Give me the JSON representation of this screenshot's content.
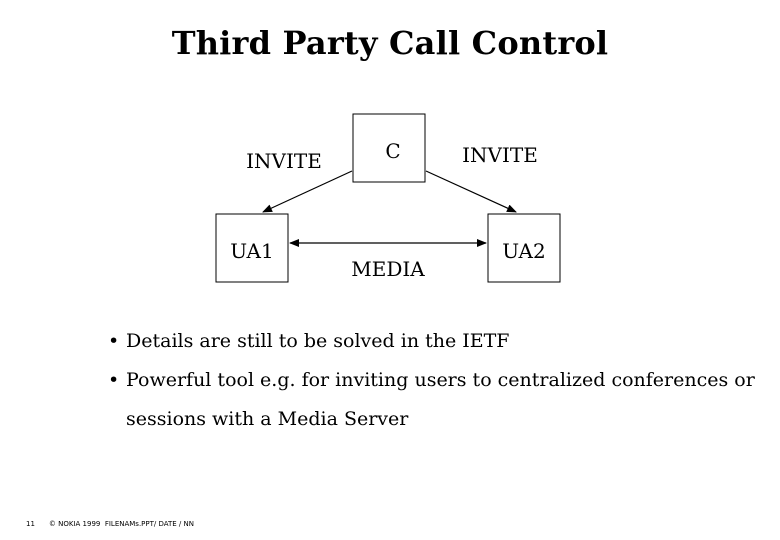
{
  "title": "Third Party Call Control",
  "diagram": {
    "nodes": {
      "controller": "C",
      "ua1": "UA1",
      "ua2": "UA2"
    },
    "edges": {
      "invite_left": "INVITE",
      "invite_right": "INVITE",
      "media": "MEDIA"
    }
  },
  "bullets": [
    "Details are still to be solved in the IETF",
    "Powerful tool e.g. for inviting users to centralized conferences or sessions with a Media Server"
  ],
  "footer": {
    "page_number": "11",
    "copyright": "© NOKIA 1999  FILENAMs.PPT/ DATE / NN"
  }
}
